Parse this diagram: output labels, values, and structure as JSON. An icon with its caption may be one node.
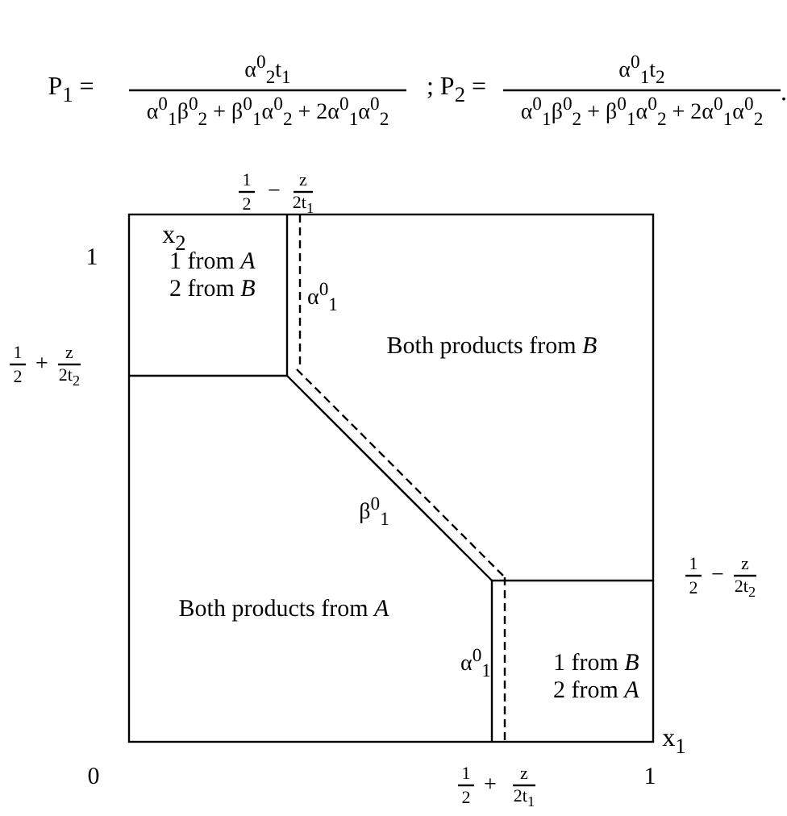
{
  "diagram": {
    "labels": [
      "P$_{1}$ =",
      "α$^{0}$$_{2}$t$_{1}$",
      "α$^{0}$$_{1}$β$^{0}$$_{2}$ + β$^{0}$$_{1}$α$^{0}$$_{2}$ + 2α$^{0}$$_{1}$α$^{0}$$_{2}$",
      "; P$_{2}$ =",
      "α$^{0}$$_{1}$t$_{2}$",
      "α$^{0}$$_{1}$β$^{0}$$_{2}$ + β$^{0}$$_{1}$α$^{0}$$_{2}$ + 2α$^{0}$$_{1}$α$^{0}$$_{2}$",
      ".",
      "x$_{2}$",
      "1",
      "1",
      "2",
      "−",
      "z",
      "2t$_{1}$",
      "1 from *A* 2 from *B*",
      "α$^{0}$$_{1}$",
      "Both products from *B*",
      "1",
      "2",
      "+",
      "z",
      "2t$_{2}$",
      "β$^{0}$$_{1}$",
      "1",
      "2",
      "−",
      "z",
      "2t$_{2}$",
      "Both products from *A*",
      "α$^{0}$$_{1}$",
      "1 from *B* 2 from *A*",
      "x$_{1}$",
      "0",
      "1",
      "2",
      "+",
      "z",
      "2t$_{1}$",
      "1"
    ]
  }
}
